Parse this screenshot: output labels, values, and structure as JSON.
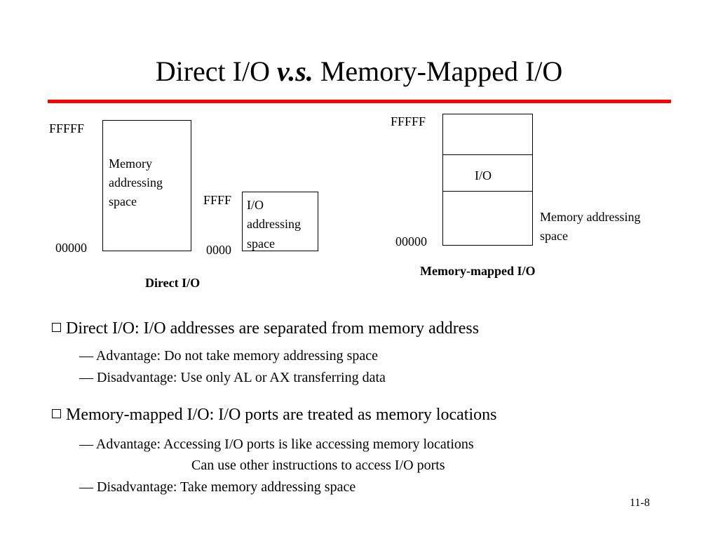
{
  "title": {
    "prefix": "Direct I/O ",
    "emph": "v.s.",
    "suffix": " Memory-Mapped I/O"
  },
  "direct_io": {
    "memory_top": "FFFFF",
    "memory_bottom": "00000",
    "memory_label": [
      "Memory",
      "addressing",
      "space"
    ],
    "io_top": "FFFF",
    "io_bottom": "0000",
    "io_label": [
      "I/O",
      "addressing",
      "space"
    ],
    "caption": "Direct I/O"
  },
  "memory_mapped": {
    "top": "FFFFF",
    "bottom": "00000",
    "io_label": "I/O",
    "memory_label": [
      "Memory addressing",
      "space"
    ],
    "caption": "Memory-mapped I/O"
  },
  "bullets": [
    {
      "text": "Direct I/O:  I/O addresses are separated from memory address",
      "subs": [
        "— Advantage: Do not take memory addressing space",
        "— Disadvantage: Use only AL or AX transferring data"
      ]
    },
    {
      "text": "Memory-mapped I/O:  I/O ports are treated as memory locations",
      "subs": [
        "— Advantage:  Accessing I/O ports is like accessing memory locations",
        "Can use other instructions to access I/O ports",
        "— Disadvantage: Take memory addressing space"
      ]
    }
  ],
  "page_number": "11-8"
}
